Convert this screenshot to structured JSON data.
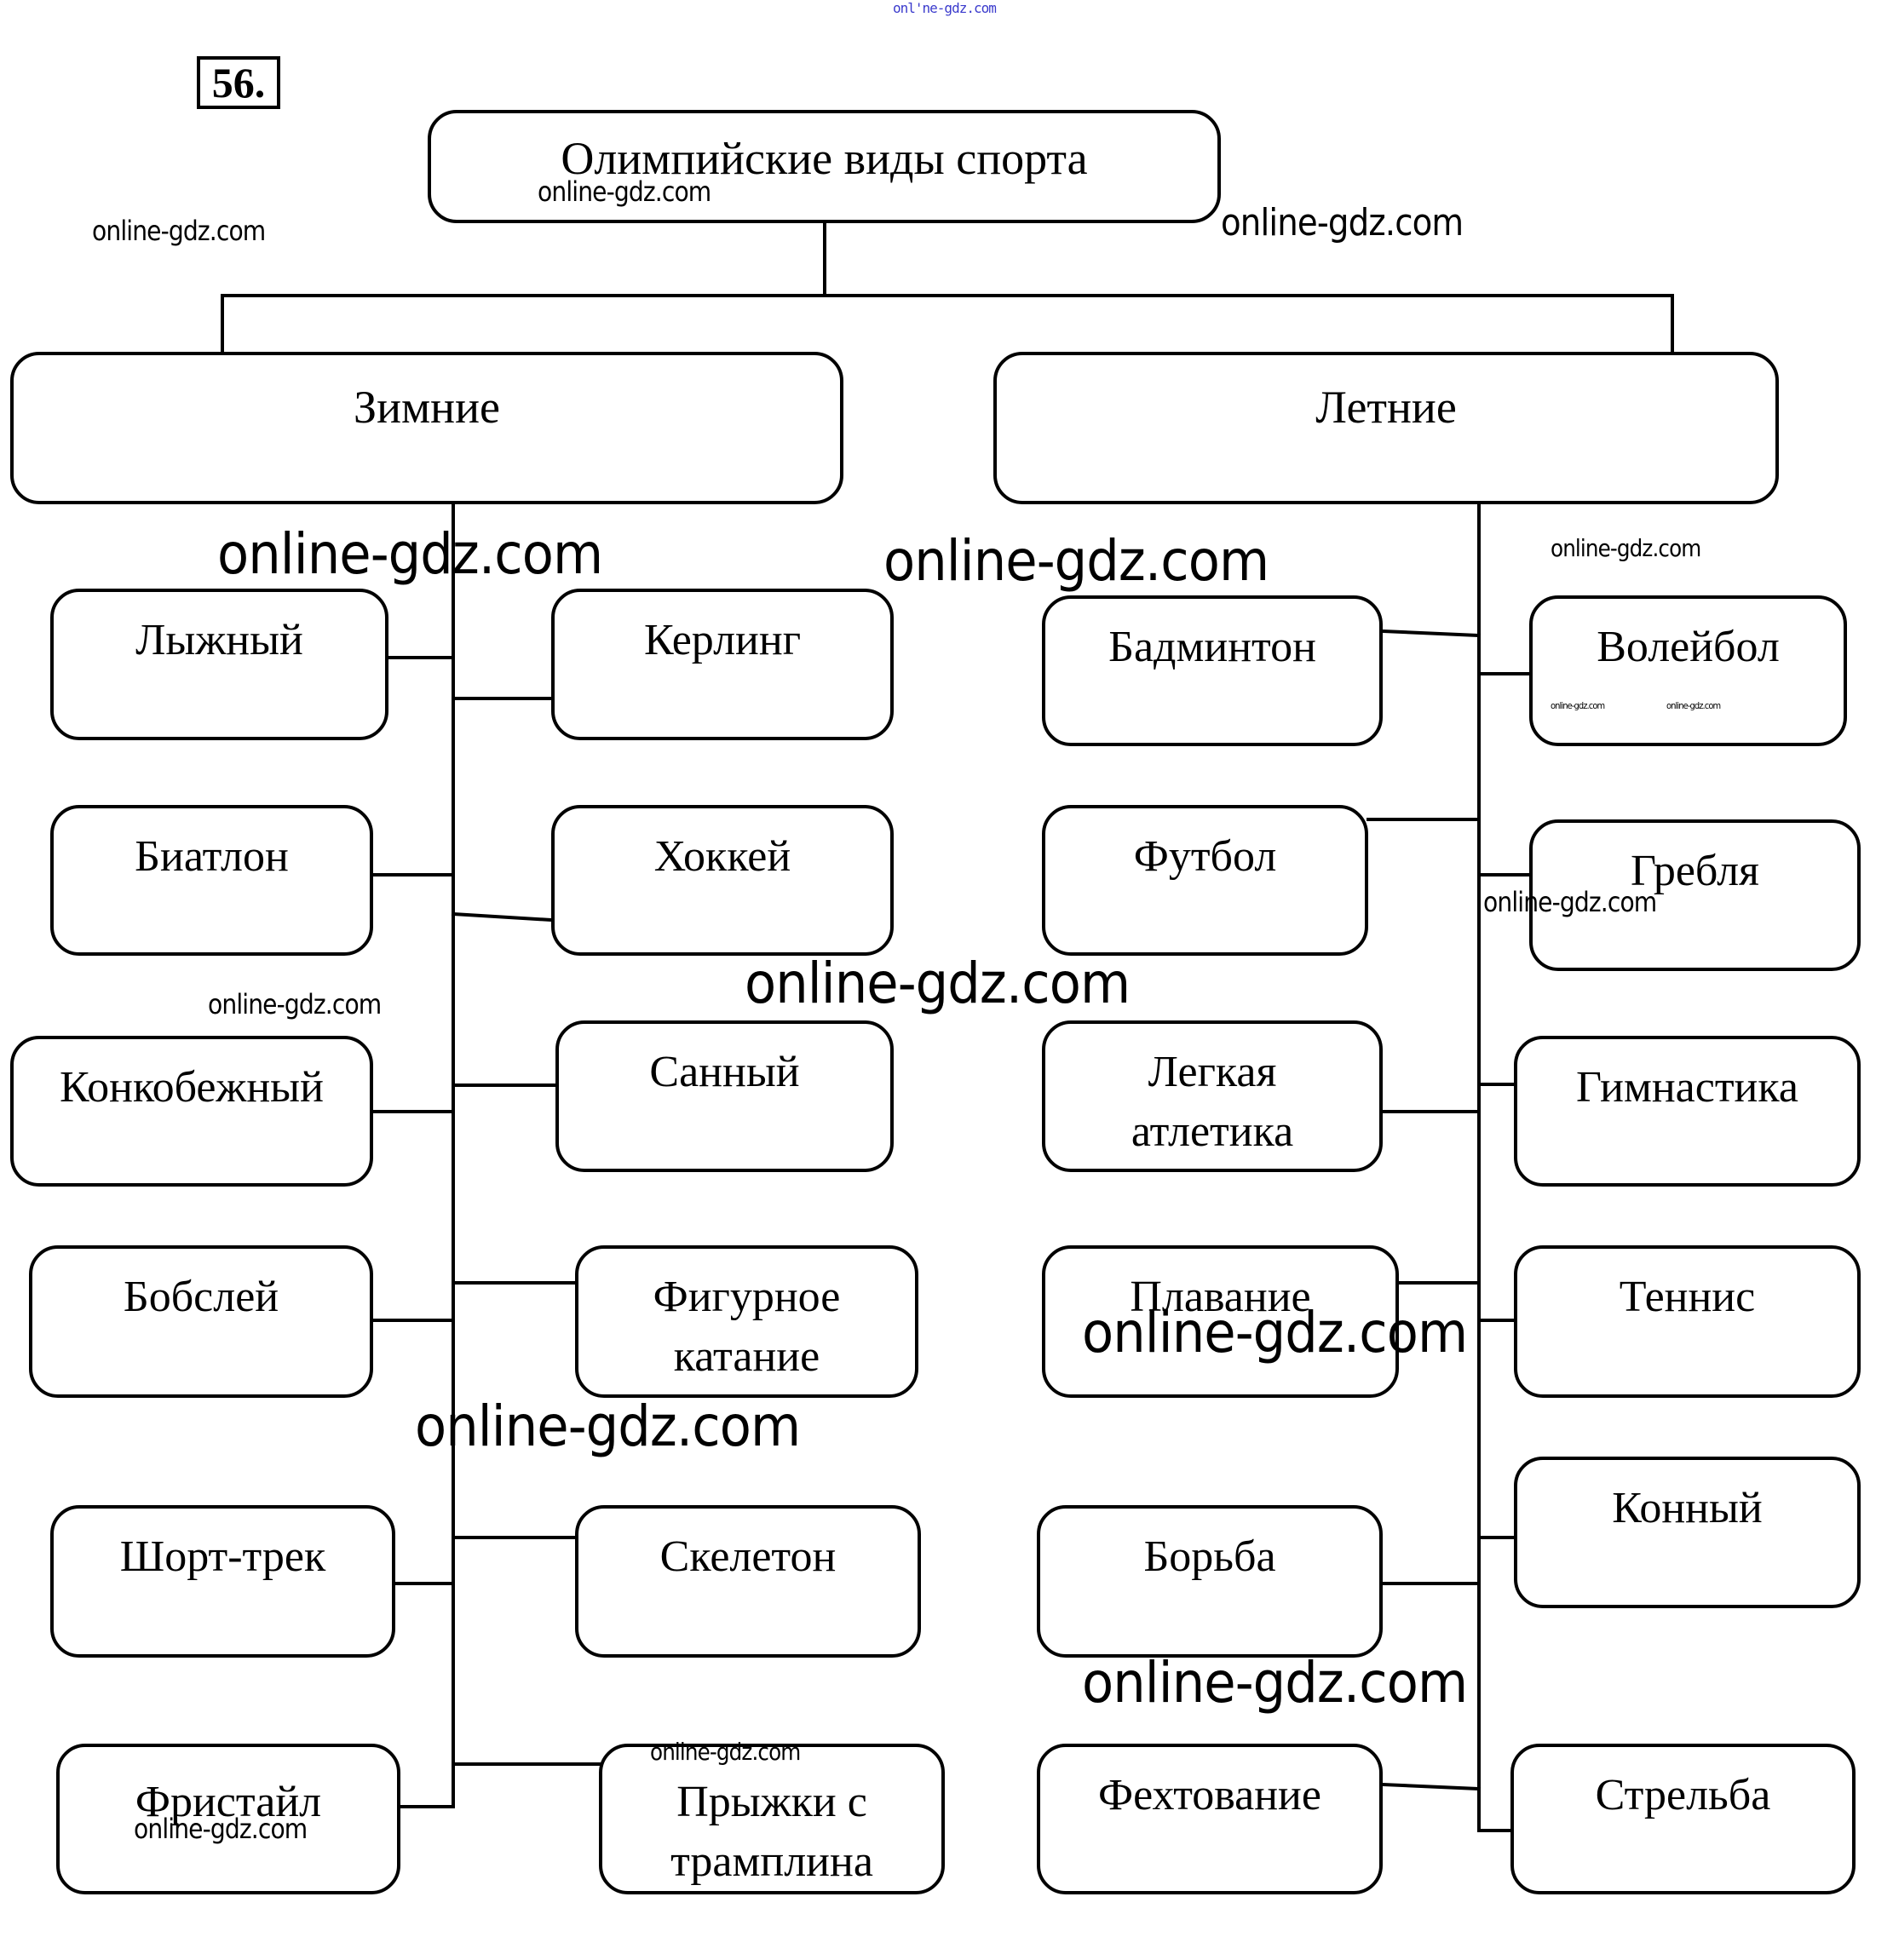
{
  "task_number": "56.",
  "root": {
    "label": "Олимпийские виды спорта"
  },
  "categories": [
    {
      "label": "Зимние",
      "left_column": [
        "Лыжный",
        "Биатлон",
        "Конкобежный",
        "Бобслей",
        "Шорт-трек",
        "Фристайл"
      ],
      "right_column": [
        "Керлинг",
        "Хоккей",
        "Санный",
        "Фигурное катание",
        "Скелетон",
        "Прыжки с трамплина"
      ]
    },
    {
      "label": "Летние",
      "left_column": [
        "Бадминтон",
        "Футбол",
        "Легкая атлетика",
        "Плавание",
        "Борьба",
        "Фехтование"
      ],
      "right_column": [
        "Волейбол",
        "Гребля",
        "Гимнастика",
        "Теннис",
        "Конный",
        "Стрельба"
      ]
    }
  ],
  "watermarks": {
    "text": "online-gdz.com",
    "top_small": "onl'ne-gdz.com"
  },
  "colors": {
    "line": "#000000",
    "background": "#ffffff",
    "top_watermark": "#3a3acc"
  }
}
